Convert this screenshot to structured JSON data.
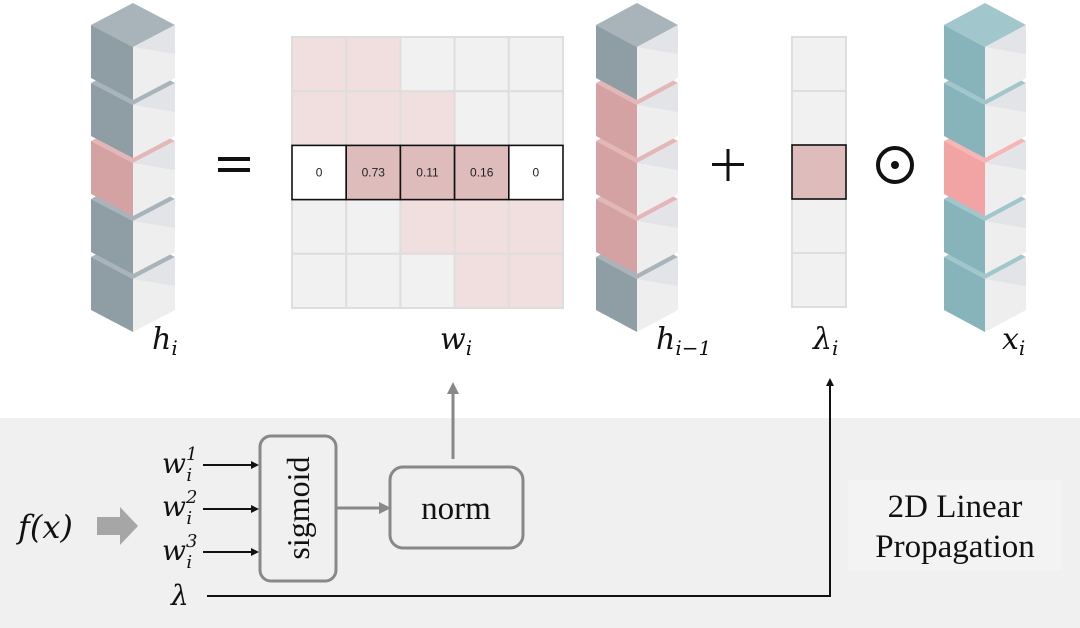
{
  "figure": {
    "equation": {
      "lhs": {
        "main": "h",
        "sub": "i"
      },
      "weights": {
        "main": "w",
        "sub": "i"
      },
      "prev": {
        "main": "h",
        "sub": "i−1"
      },
      "lambda": {
        "main": "λ",
        "sub": "i"
      },
      "input": {
        "main": "x",
        "sub": "i"
      }
    },
    "operators": {
      "equals": "=",
      "plus": "+",
      "hadamard": "⊙"
    },
    "columns": {
      "h_i": {
        "palette": "gray",
        "highlight_palette": "rose",
        "cells": [
          false,
          false,
          true,
          false,
          false
        ]
      },
      "h_prev": {
        "palette": "gray",
        "highlight_palette": "rose",
        "cells": [
          false,
          true,
          true,
          true,
          false
        ]
      },
      "x_i": {
        "palette": "teal",
        "highlight_palette": "coral",
        "cells": [
          false,
          false,
          true,
          false,
          false
        ]
      }
    },
    "weight_matrix": {
      "rows": [
        [
          "tinted",
          "tinted",
          "plain",
          "plain",
          "plain"
        ],
        [
          "tinted",
          "tinted",
          "tinted",
          "plain",
          "plain"
        ],
        [
          "active",
          "active",
          "active",
          "active",
          "active"
        ],
        [
          "plain",
          "plain",
          "tinted",
          "tinted",
          "tinted"
        ],
        [
          "plain",
          "plain",
          "plain",
          "tinted",
          "tinted"
        ]
      ],
      "active_row_index": 2,
      "active_row_values": [
        "0",
        "0.73",
        "0.11",
        "0.16",
        "0"
      ]
    },
    "lambda_vector": {
      "cells": 5,
      "active_index": 2
    },
    "colors": {
      "gray_side": "#8f9da5",
      "gray_top": "#a8b3ba",
      "rose_side": "#d4a2a2",
      "rose_top": "#e4b7b7",
      "teal_side": "#87b3bb",
      "teal_top": "#a1c7cd",
      "coral_side": "#f2a3a3",
      "coral_top": "#f6b6b6",
      "face_light": "#eeeeee",
      "face_shade": "#e3e4e8",
      "cell_plain": "#f1f1f1",
      "cell_tinted": "#f1dede",
      "cell_active": "#dfbcbc",
      "cell_zero": "#ffffff",
      "grid_line": "#dedede",
      "panel_bg": "#f0f0f0",
      "connector_gray": "#888888"
    }
  },
  "pipeline": {
    "input_label": "f(x)",
    "weight_inputs": [
      {
        "main": "w",
        "sub": "i",
        "sup": "1"
      },
      {
        "main": "w",
        "sub": "i",
        "sup": "2"
      },
      {
        "main": "w",
        "sub": "i",
        "sup": "3"
      }
    ],
    "lambda_input": "λ",
    "sigmoid_label": "sigmoid",
    "norm_label": "norm",
    "module_title": [
      "2D Linear",
      "Propagation"
    ]
  }
}
